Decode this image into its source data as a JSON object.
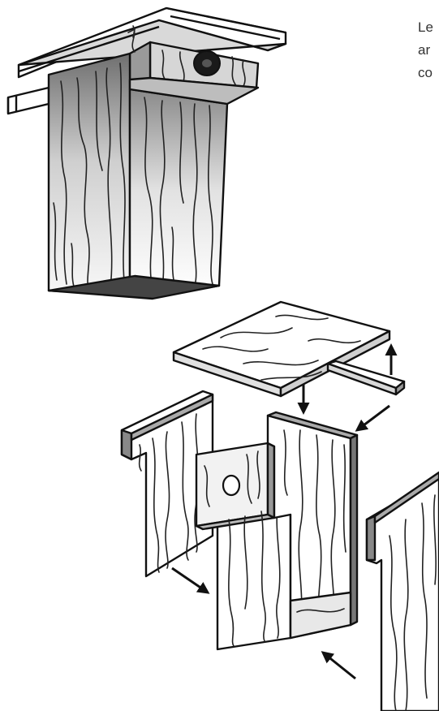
{
  "caption": {
    "lines": [
      "Le",
      "ar",
      "co"
    ]
  },
  "illustrations": {
    "assembled_label": "assembled-birdhouse",
    "exploded_label": "exploded-birdhouse"
  },
  "colors": {
    "ink": "#111111",
    "wood_light": "#f4f4f4",
    "wood_shade": "#c8c8c8",
    "wood_dark": "#555555",
    "text": "#333333"
  }
}
